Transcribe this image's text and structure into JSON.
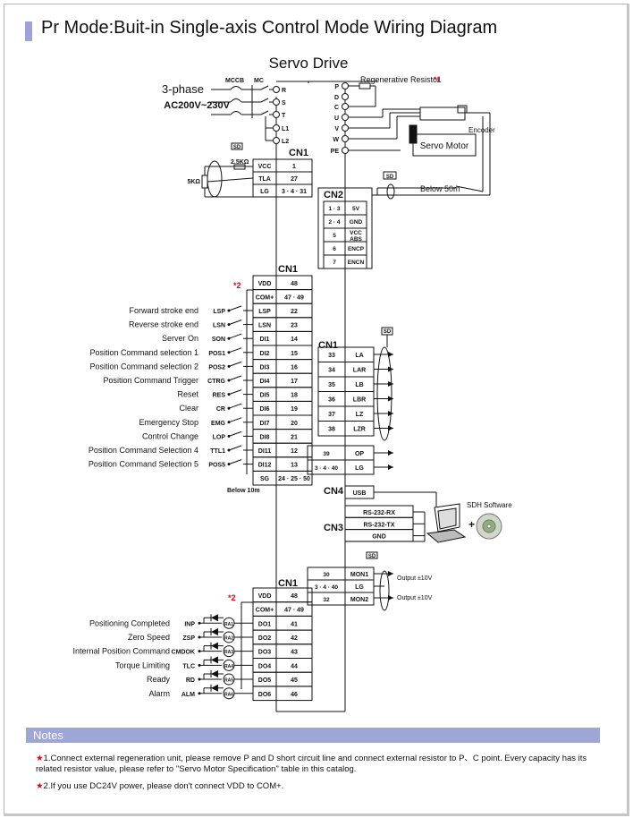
{
  "page": {
    "title": "Pr Mode:Buit-in Single-axis Control Mode Wiring Diagram"
  },
  "drive": {
    "title": "Servo Drive",
    "power_supply": {
      "phase": "3-phase",
      "voltage": "AC200V~230V",
      "mccb": "MCCB",
      "mc": "MC"
    },
    "power_terminals": [
      "R",
      "S",
      "T",
      "L1",
      "L2"
    ],
    "regen_terminals": [
      "P",
      "D",
      "C"
    ],
    "motor_terminals": [
      "U",
      "V",
      "W",
      "PE"
    ],
    "regen_resistor": {
      "label": "Regenerative Resistor",
      "note_mark": "*1"
    },
    "servo_motor": "Servo Motor",
    "encoder": "Encoder",
    "encoder_cable": "Below 50m",
    "shield": "SD"
  },
  "cn1_top": {
    "title": "CN1",
    "pot_label": "5KΩ",
    "resistor_label": "2.5KΩ",
    "rows": [
      {
        "signal": "VCC",
        "pin": "1"
      },
      {
        "signal": "TLA",
        "pin": "27"
      },
      {
        "signal": "LG",
        "pin": "3 · 4 · 31"
      }
    ]
  },
  "cn2": {
    "title": "CN2",
    "rows": [
      {
        "pin": "1 · 3",
        "signal": "5V"
      },
      {
        "pin": "2 · 4",
        "signal": "GND"
      },
      {
        "pin": "5",
        "signal": "VCC ABS"
      },
      {
        "pin": "6",
        "signal": "ENCP"
      },
      {
        "pin": "7",
        "signal": "ENCN"
      }
    ]
  },
  "cn1_inputs": {
    "title": "CN1",
    "note_mark": "*2",
    "header_rows": [
      {
        "signal": "VDD",
        "pin": "48"
      },
      {
        "signal": "COM+",
        "pin": "47 · 49"
      }
    ],
    "rows": [
      {
        "label": "Forward stroke end",
        "code": "LSP",
        "signal": "LSP",
        "pin": "22"
      },
      {
        "label": "Reverse stroke end",
        "code": "LSN",
        "signal": "LSN",
        "pin": "23"
      },
      {
        "label": "Server On",
        "code": "SON",
        "signal": "DI1",
        "pin": "14"
      },
      {
        "label": "Position Command selection 1",
        "code": "POS1",
        "signal": "DI2",
        "pin": "15"
      },
      {
        "label": "Position Command selection 2",
        "code": "POS2",
        "signal": "DI3",
        "pin": "16"
      },
      {
        "label": "Position Command Trigger",
        "code": "CTRG",
        "signal": "DI4",
        "pin": "17"
      },
      {
        "label": "Reset",
        "code": "RES",
        "signal": "DI5",
        "pin": "18"
      },
      {
        "label": "Clear",
        "code": "CR",
        "signal": "DI6",
        "pin": "19"
      },
      {
        "label": "Emergency Stop",
        "code": "EMG",
        "signal": "DI7",
        "pin": "20"
      },
      {
        "label": "Control Change",
        "code": "LOP",
        "signal": "DI8",
        "pin": "21"
      },
      {
        "label": "Position Command Selection 4",
        "code": "TTL1",
        "signal": "DI11",
        "pin": "12"
      },
      {
        "label": "Position Command Selection 5",
        "code": "POS5",
        "signal": "DI12",
        "pin": "13"
      }
    ],
    "sg_row": {
      "signal": "SG",
      "pin": "24 · 25 · 50"
    },
    "cable_note": "Below 10m"
  },
  "cn1_pulse": {
    "title": "CN1",
    "rows": [
      {
        "pin": "33",
        "signal": "LA"
      },
      {
        "pin": "34",
        "signal": "LAR"
      },
      {
        "pin": "35",
        "signal": "LB"
      },
      {
        "pin": "36",
        "signal": "LBR"
      },
      {
        "pin": "37",
        "signal": "LZ"
      },
      {
        "pin": "38",
        "signal": "LZR"
      }
    ],
    "op_rows": [
      {
        "pin": "39",
        "signal": "OP"
      },
      {
        "pin": "3 · 4 · 40",
        "signal": "LG"
      }
    ]
  },
  "cn4": {
    "title": "CN4",
    "signal": "USB"
  },
  "cn3": {
    "title": "CN3",
    "rows": [
      "RS-232-RX",
      "RS-232-TX",
      "GND"
    ]
  },
  "software": {
    "label": "SDH Software",
    "plus": "+"
  },
  "monitor": {
    "rows": [
      {
        "pin": "30",
        "signal": "MON1"
      },
      {
        "pin": "3 · 4 · 40",
        "signal": "LG"
      },
      {
        "pin": "32",
        "signal": "MON2"
      }
    ],
    "output1": "Output ±10V",
    "output2": "Output ±10V"
  },
  "cn1_outputs": {
    "title": "CN1",
    "note_mark": "*2",
    "header_rows": [
      {
        "signal": "VDD",
        "pin": "48"
      },
      {
        "signal": "COM+",
        "pin": "47 · 49"
      }
    ],
    "rows": [
      {
        "label": "Positioning Completed",
        "code": "INP",
        "relay": "RA1",
        "signal": "DO1",
        "pin": "41"
      },
      {
        "label": "Zero Speed",
        "code": "ZSP",
        "relay": "RA2",
        "signal": "DO2",
        "pin": "42"
      },
      {
        "label": "Internal Position Command",
        "code": "CMDOK",
        "relay": "RA3",
        "signal": "DO3",
        "pin": "43"
      },
      {
        "label": "Torque Limiting",
        "code": "TLC",
        "relay": "RA4",
        "signal": "DO4",
        "pin": "44"
      },
      {
        "label": "Ready",
        "code": "RD",
        "relay": "RA5",
        "signal": "DO5",
        "pin": "45"
      },
      {
        "label": "Alarm",
        "code": "ALM",
        "relay": "RA6",
        "signal": "DO6",
        "pin": "46"
      }
    ]
  },
  "notes": {
    "title": "Notes",
    "star": "★",
    "items": [
      {
        "num": "1.",
        "text": "Connect external regeneration unit, please remove P and D short circuit line and connect external resistor to P、C point. Every capacity has its related resistor value, please refer to \"Servo Motor Specification\" table in this catalog."
      },
      {
        "num": "2.",
        "text": "If you use DC24V power, please don't connect VDD to COM+."
      }
    ]
  },
  "colors": {
    "accent": "#9ea5d7",
    "note_star": "#e60012",
    "line": "#111111"
  }
}
